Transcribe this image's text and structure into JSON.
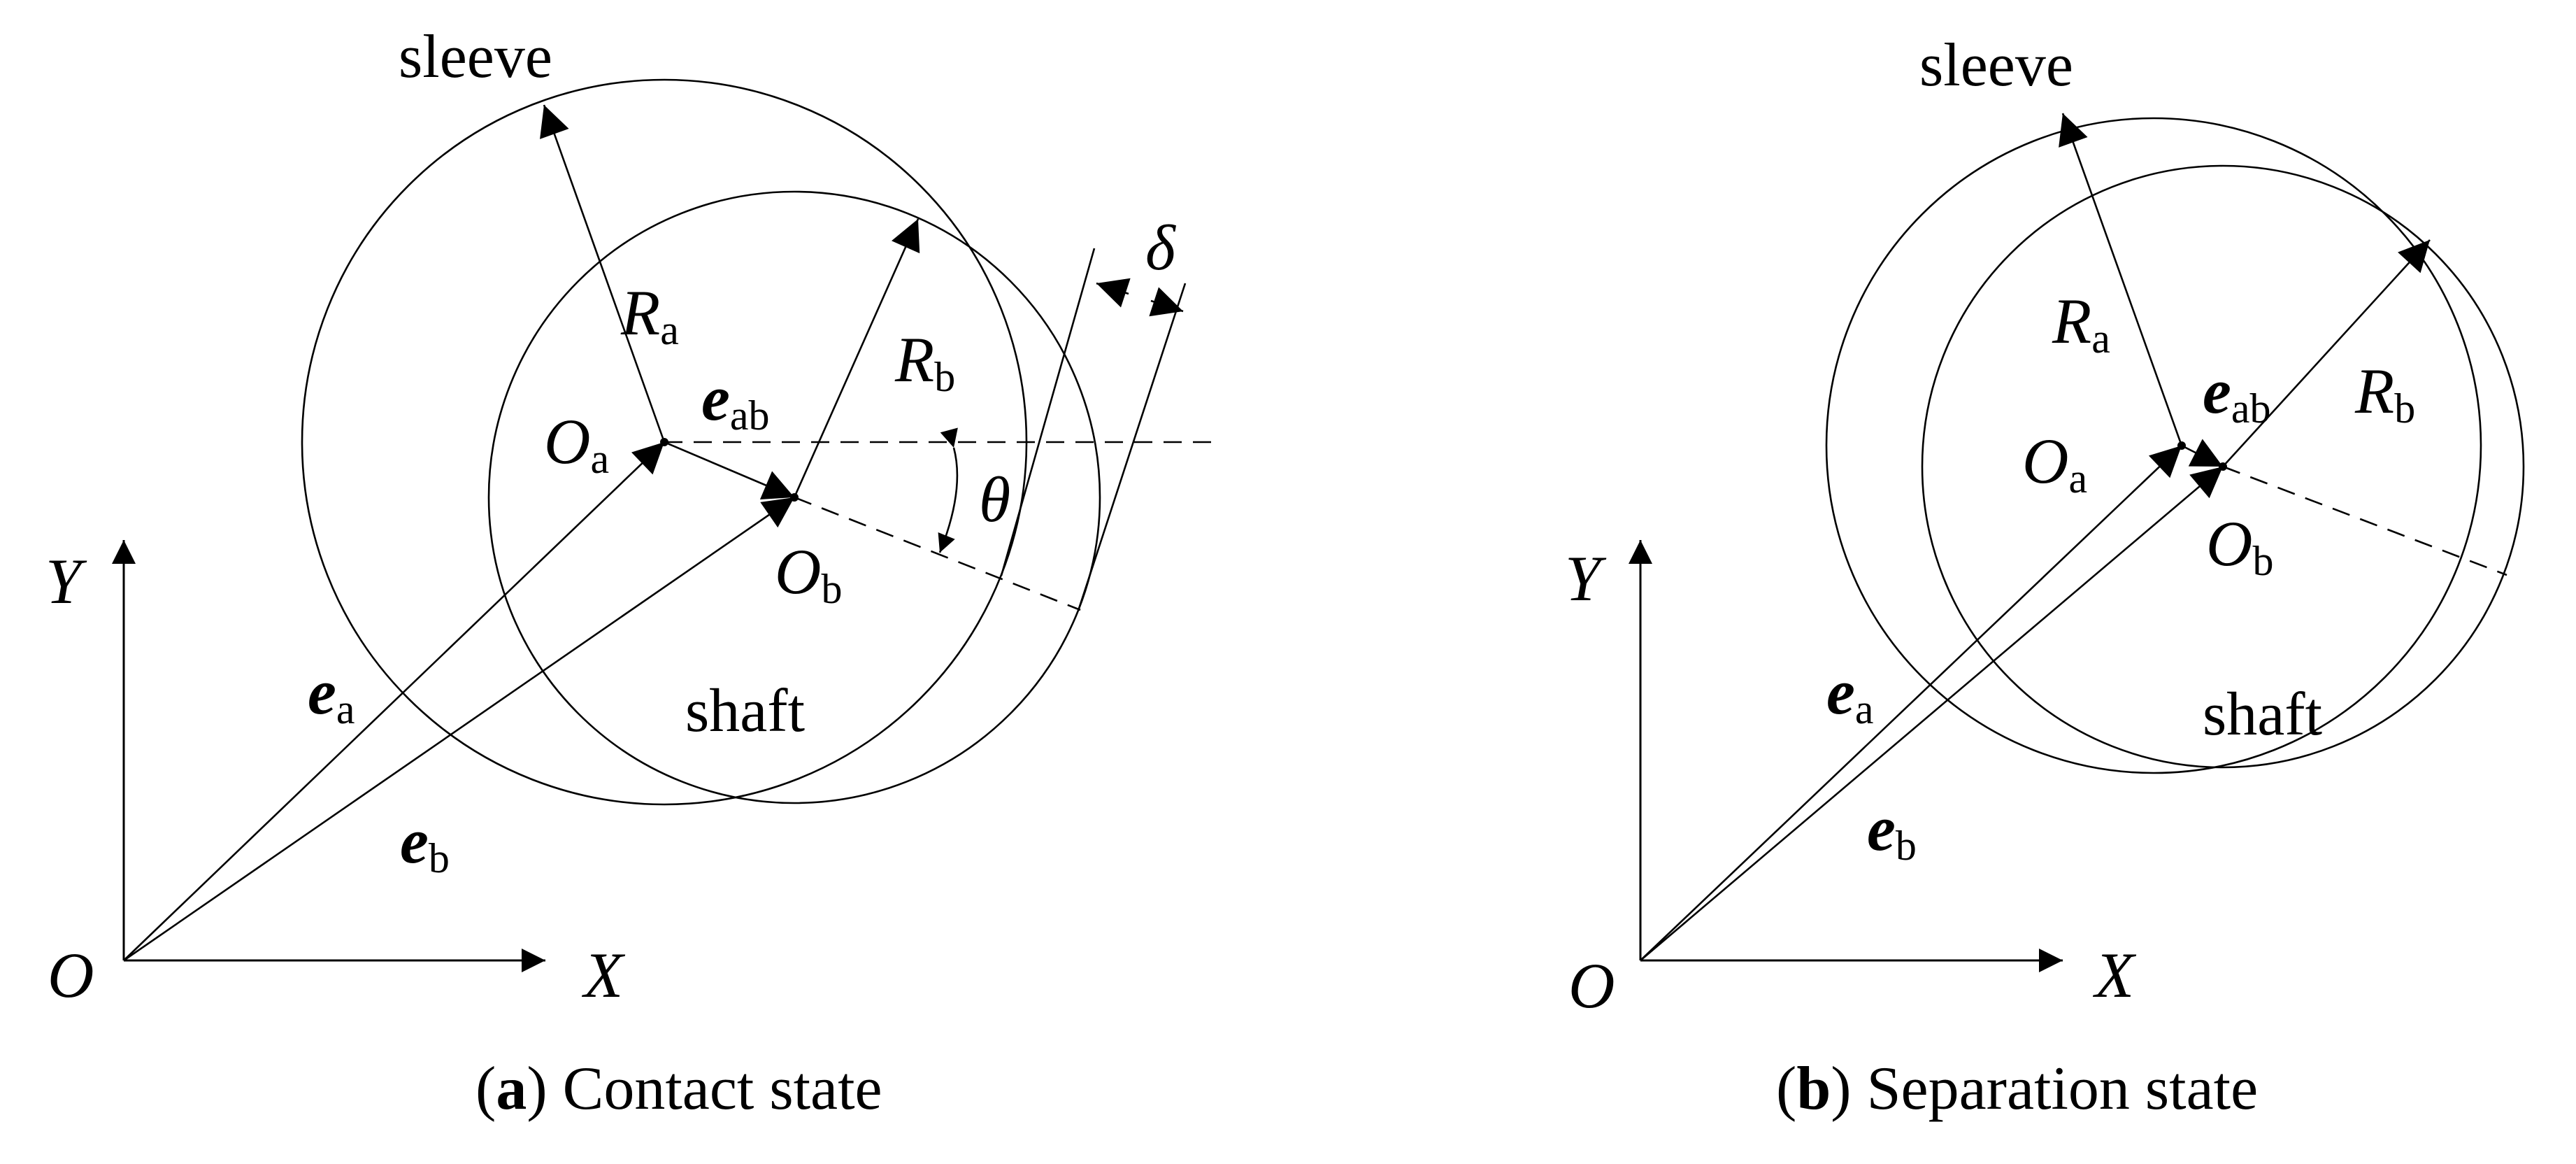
{
  "panel_a": {
    "sleeve": "sleeve",
    "shaft": "shaft",
    "R_a": {
      "main": "R",
      "sub": "a"
    },
    "R_b": {
      "main": "R",
      "sub": "b"
    },
    "O_a": {
      "main": "O",
      "sub": "a"
    },
    "O_b": {
      "main": "O",
      "sub": "b"
    },
    "e_ab": {
      "main": "e",
      "sub": "ab"
    },
    "e_a": {
      "main": "e",
      "sub": "a"
    },
    "e_b": {
      "main": "e",
      "sub": "b"
    },
    "theta": "θ",
    "delta": "δ",
    "origin": "O",
    "x_axis": "X",
    "y_axis": "Y",
    "caption_letter": "a",
    "caption_text": " Contact state"
  },
  "panel_b": {
    "sleeve": "sleeve",
    "shaft": "shaft",
    "R_a": {
      "main": "R",
      "sub": "a"
    },
    "R_b": {
      "main": "R",
      "sub": "b"
    },
    "O_a": {
      "main": "O",
      "sub": "a"
    },
    "O_b": {
      "main": "O",
      "sub": "b"
    },
    "e_ab": {
      "main": "e",
      "sub": "ab"
    },
    "e_a": {
      "main": "e",
      "sub": "a"
    },
    "e_b": {
      "main": "e",
      "sub": "b"
    },
    "origin": "O",
    "x_axis": "X",
    "y_axis": "Y",
    "caption_letter": "b",
    "caption_text": " Separation state"
  }
}
